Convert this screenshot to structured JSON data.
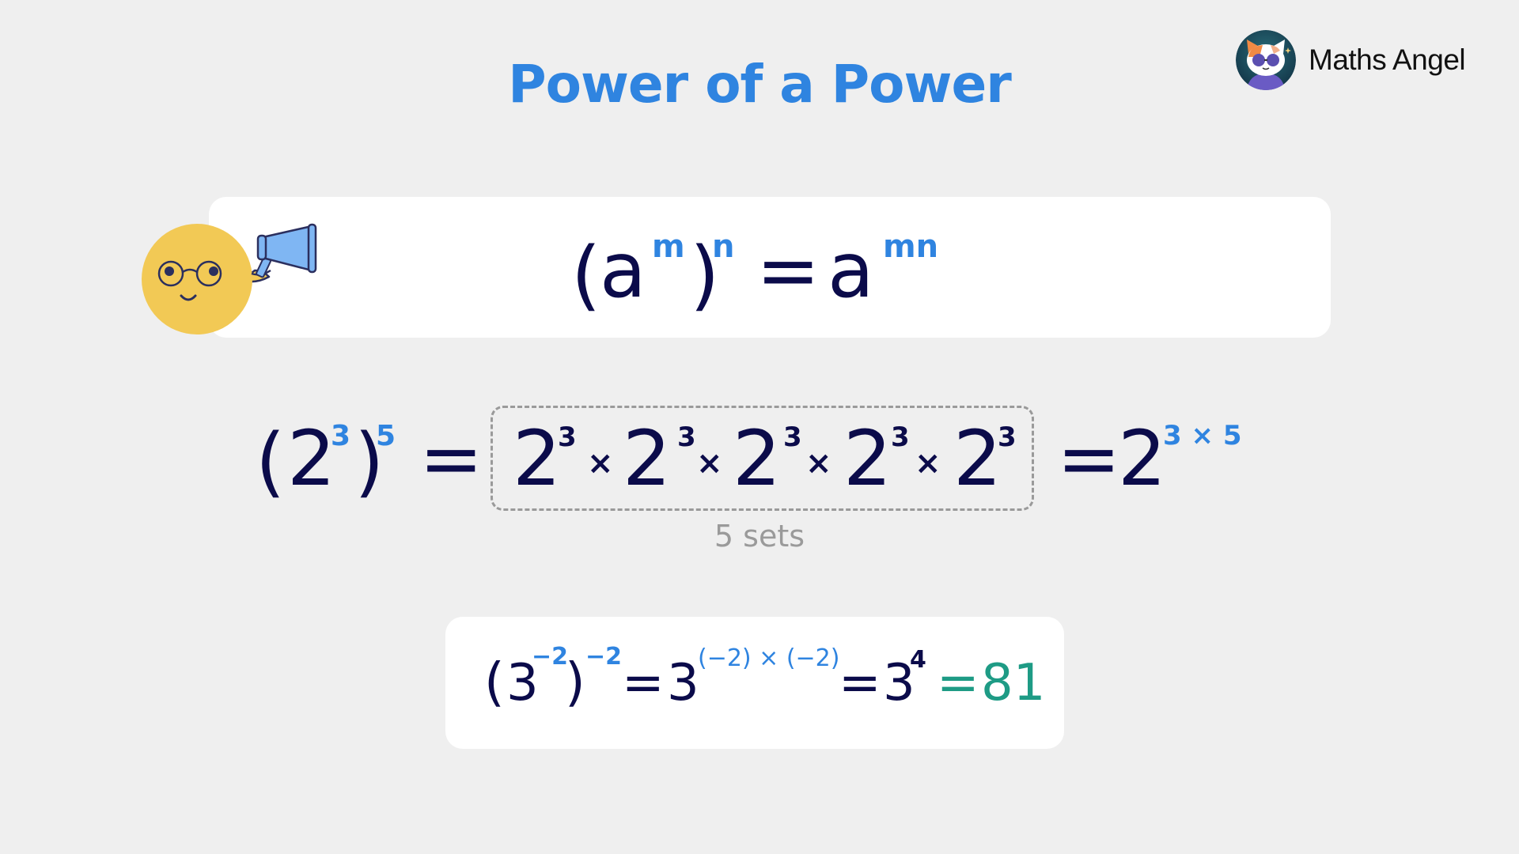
{
  "header": {
    "title": "Power of a Power",
    "brand_name": "Maths Angel",
    "brand_avatar_icon": "cat-with-sunglasses-avatar-icon"
  },
  "colors": {
    "background": "#efefef",
    "title_blue": "#2f84e0",
    "text_navy": "#0b0b4a",
    "result_teal": "#1e9b85",
    "dashed_gray": "#9a9a9a",
    "mascot_yellow": "#f2c955",
    "megaphone_blue": "#7fb6f3"
  },
  "rule": {
    "mascot_icon": "smiley-with-glasses-megaphone-icon",
    "open_paren": "(",
    "base": "a",
    "inner_exp": "m",
    "close_paren": ")",
    "outer_exp": "n",
    "equals": "=",
    "result_base": "a",
    "result_exp": "mn"
  },
  "example1": {
    "open_paren": "(",
    "base": "2",
    "inner_exp": "3",
    "close_paren": ")",
    "outer_exp": "5",
    "equals": "=",
    "expanded_terms": [
      {
        "base": "2",
        "exp": "3"
      },
      {
        "base": "2",
        "exp": "3"
      },
      {
        "base": "2",
        "exp": "3"
      },
      {
        "base": "2",
        "exp": "3"
      },
      {
        "base": "2",
        "exp": "3"
      }
    ],
    "times": "×",
    "box_label": "5 sets",
    "equals2": "=",
    "result_base": "2",
    "result_exp": "3 × 5"
  },
  "example2": {
    "open_paren": "(",
    "base": "3",
    "inner_exp": "−2",
    "close_paren": ")",
    "outer_exp": "−2",
    "equals1": "=",
    "step_base": "3",
    "step_exp": "(−2) × (−2)",
    "equals2": "=",
    "simplified_base": "3",
    "simplified_exp": "4",
    "equals3": "=",
    "final_value": "81"
  }
}
